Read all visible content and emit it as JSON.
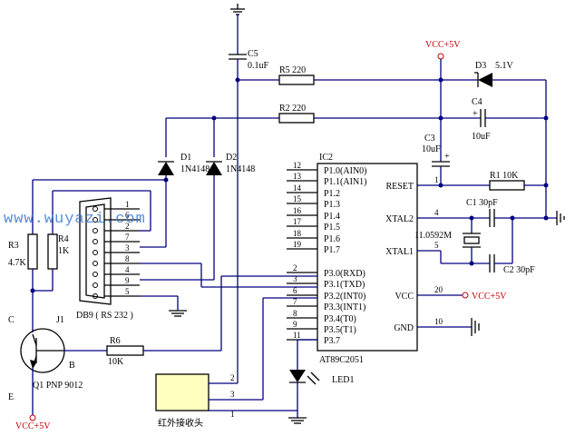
{
  "watermark": "www.wuyazi.com",
  "ic": {
    "ref": "IC2",
    "name": "AT89C2051",
    "left_pins": [
      {
        "num": "12",
        "name": "P1.0(AIN0)"
      },
      {
        "num": "13",
        "name": "P1.1(AIN1)"
      },
      {
        "num": "14",
        "name": "P1.2"
      },
      {
        "num": "15",
        "name": "P1.3"
      },
      {
        "num": "16",
        "name": "P1.4"
      },
      {
        "num": "17",
        "name": "P1.5"
      },
      {
        "num": "18",
        "name": "P1.6"
      },
      {
        "num": "19",
        "name": "P1.7"
      },
      {
        "num": "2",
        "name": "P3.0(RXD)"
      },
      {
        "num": "3",
        "name": "P3.1(TXD)"
      },
      {
        "num": "6",
        "name": "P3.2(INT0)"
      },
      {
        "num": "7",
        "name": "P3.3(INT1)"
      },
      {
        "num": "8",
        "name": "P3.4(T0)"
      },
      {
        "num": "9",
        "name": "P3.5(T1)"
      },
      {
        "num": "11",
        "name": "P3.7"
      }
    ],
    "right_pins": [
      {
        "num": "1",
        "name": "RESET"
      },
      {
        "num": "4",
        "name": "XTAL2"
      },
      {
        "num": "5",
        "name": "XTAL1"
      },
      {
        "num": "20",
        "name": "VCC"
      },
      {
        "num": "10",
        "name": "GND"
      }
    ]
  },
  "components": {
    "c5": "C5",
    "c5_val": "0.1uF",
    "r5": "R5  220",
    "r2": "R2  220",
    "vcc_top": "VCC+5V",
    "d3": "D3",
    "d3_val": "5.1V",
    "c4": "C4",
    "c4_val": "10uF",
    "c3": "C3",
    "c3_val": "10uF",
    "r1": "R1  10K",
    "c1": "C1   30pF",
    "c2": "C2   30pF",
    "xtal": "11.0592M",
    "d1": "D1",
    "d1_val": "1N4148",
    "d2": "D2",
    "d2_val": "1N4148",
    "r3": "R3",
    "r3_val": "4.7K",
    "r4": "R4",
    "r4_val": "1K",
    "j1": "J1",
    "db9": "DB9 ( RS 232 )",
    "db9_pins": [
      "1",
      "6",
      "2",
      "7",
      "3",
      "8",
      "4",
      "9",
      "5"
    ],
    "q1": "Q1 PNP 9012",
    "q_c": "C",
    "q_b": "B",
    "q_e": "E",
    "r6": "R6",
    "r6_val": "10K",
    "vcc_bottom": "VCC+5V",
    "vcc_pin20": "VCC+5V",
    "led": "LED1",
    "ir": "红外接收头",
    "ir_pins": [
      "2",
      "3",
      "1"
    ]
  }
}
